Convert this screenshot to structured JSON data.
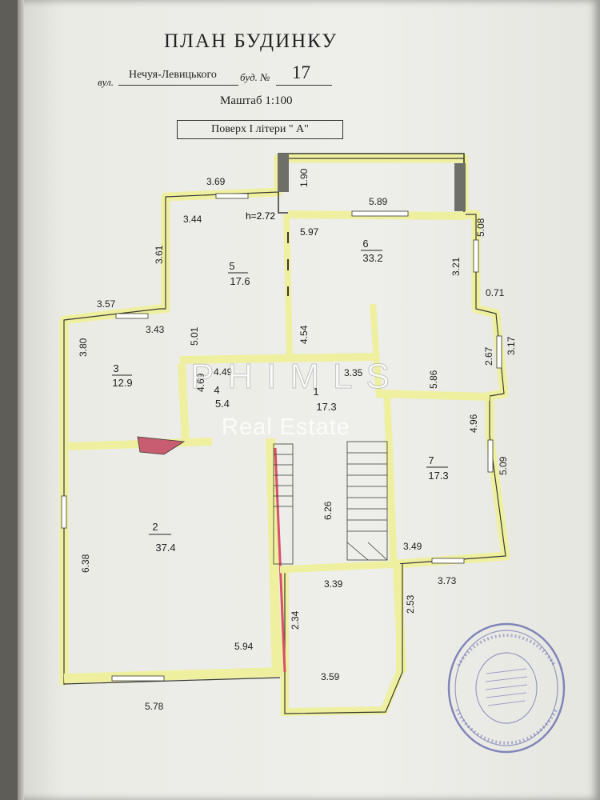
{
  "document": {
    "title": "ПЛАН БУДИНКУ",
    "street_prefix": "вул.",
    "street": "Нечуя-Левицького",
    "house_prefix": "буд. №",
    "house_number": "17",
    "scale": "Маштаб 1:100",
    "floor_label": "Поверх I літери \" А\""
  },
  "ceiling_height": "h=2.72",
  "dimensions": {
    "d_369": "3.69",
    "d_190": "1.90",
    "d_344": "3.44",
    "d_589": "5.89",
    "d_597": "5.97",
    "d_508": "5.08",
    "d_361": "3.61",
    "d_321": "3.21",
    "d_071": "0.71",
    "d_357": "3.57",
    "d_343": "3.43",
    "d_380": "3.80",
    "d_501": "5.01",
    "d_454": "4.54",
    "d_267": "2.67",
    "d_317": "3.17",
    "d_469": "4.69",
    "d_449": "4.49",
    "d_335": "3.35",
    "d_586": "5.86",
    "d_496": "4.96",
    "d_509": "5.09",
    "d_626": "6.26",
    "d_349": "3.49",
    "d_638": "6.38",
    "d_339": "3.39",
    "d_373": "3.73",
    "d_234": "2.34",
    "d_253": "2.53",
    "d_594": "5.94",
    "d_359": "3.59",
    "d_578": "5.78"
  },
  "rooms": [
    {
      "number": "1",
      "area": "17.3"
    },
    {
      "number": "2",
      "area": "37.4"
    },
    {
      "number": "3",
      "area": "12.9"
    },
    {
      "number": "4",
      "area": "5.4"
    },
    {
      "number": "5",
      "area": "17.6"
    },
    {
      "number": "6",
      "area": "33.2"
    },
    {
      "number": "7",
      "area": "17.3"
    }
  ],
  "watermark": {
    "line1": "PHIMLS",
    "line2": "Real Estate"
  },
  "colors": {
    "wall_fill": "#eef0a0",
    "wall_line": "#3a3a30",
    "red_wall": "#d8506a",
    "stamp_ink": "#5f63a8"
  }
}
